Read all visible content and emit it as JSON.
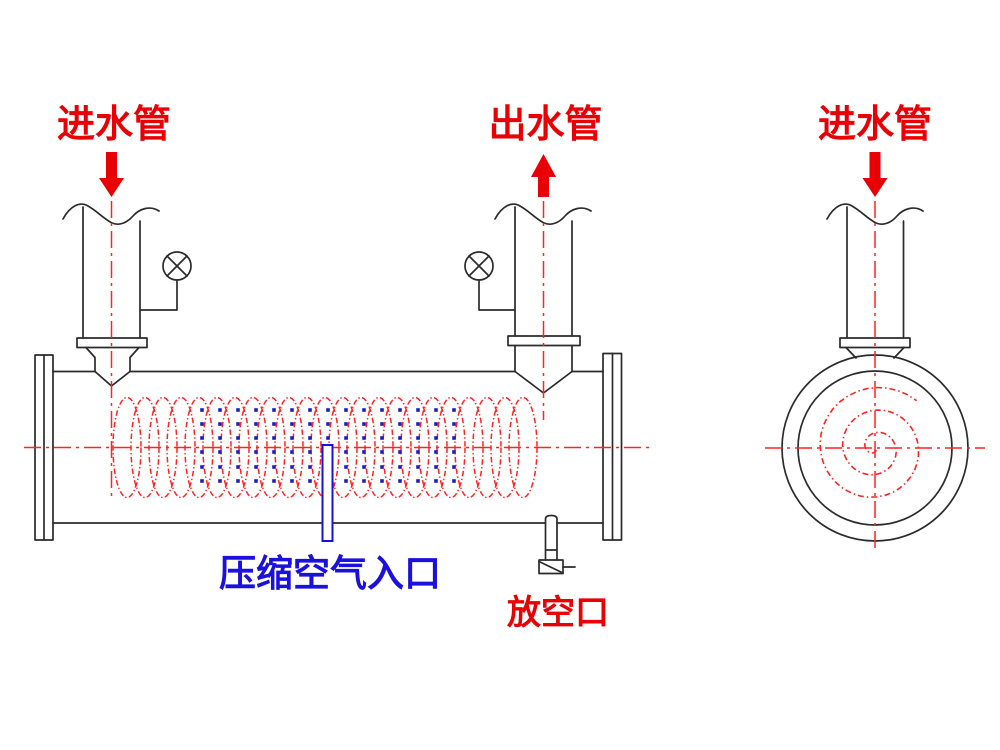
{
  "labels": {
    "inlet_left": "进水管",
    "outlet": "出水管",
    "inlet_right": "进水管",
    "air_inlet": "压缩空气入口",
    "vent": "放空口"
  },
  "colors": {
    "line": "#2b2b2b",
    "red": "#e90005",
    "red_line": "#ff2424",
    "blue": "#1c10dc",
    "dot": "#1d1dc6"
  }
}
